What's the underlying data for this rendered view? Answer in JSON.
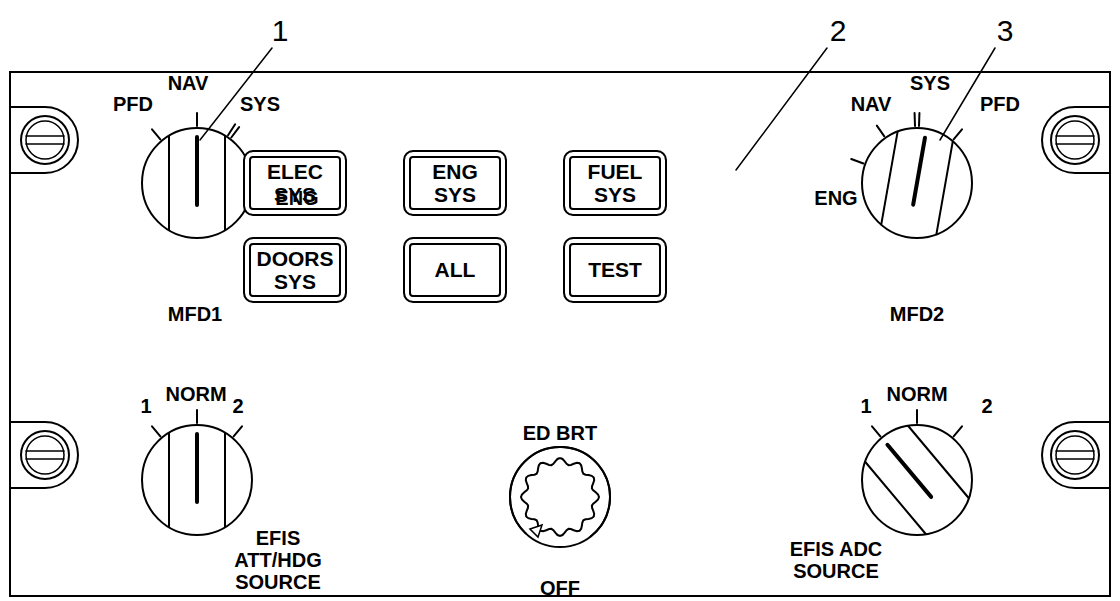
{
  "diagram": {
    "nodes": [
      {
        "text": [
          "ELEC SYS"
        ]
      },
      {
        "text": [
          "ENG SYS"
        ]
      },
      {
        "text": [
          "FUEL SYS"
        ]
      },
      {
        "text": [
          "DOORS SYS"
        ]
      },
      {
        "text": [
          "ALL"
        ]
      },
      {
        "text": [
          "TEST"
        ]
      }
    ],
    "labels": [
      "1",
      "2",
      "3",
      "PFD",
      "NAV",
      "SYS",
      "ENG",
      "MFD1",
      "ENG",
      "NAV",
      "SYS",
      "PFD",
      "MFD2",
      "1",
      "NORM",
      "2",
      "EFIS ATT/HDG SOURCE",
      "ED BRT",
      "OFF",
      "1",
      "NORM",
      "2",
      "EFIS ADC SOURCE"
    ]
  }
}
